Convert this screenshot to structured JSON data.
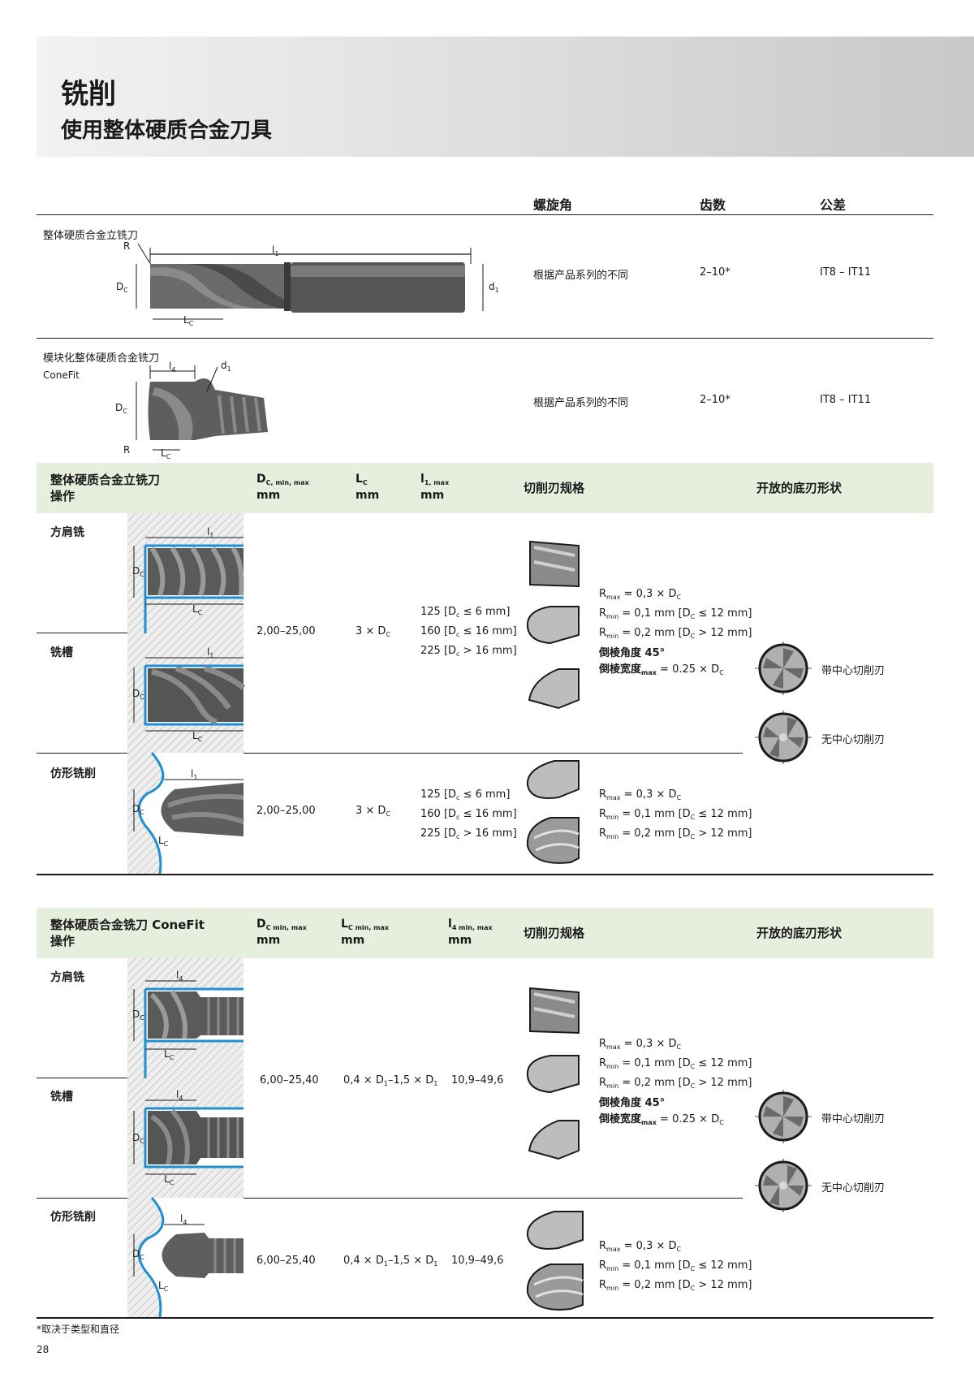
{
  "header": {
    "title": "铣削",
    "subtitle": "使用整体硬质合金刀具"
  },
  "overview": {
    "columns": [
      "螺旋角",
      "齿数",
      "公差"
    ],
    "rows": [
      {
        "name": "整体硬质合金立铣刀",
        "sub": "",
        "helix": "根据产品系列的不同",
        "teeth": "2–10*",
        "tolerance": "IT8 – IT11"
      },
      {
        "name": "模块化整体硬质合金铣刀",
        "sub": "ConeFit",
        "helix": "根据产品系列的不同",
        "teeth": "2–10*",
        "tolerance": "IT8 – IT11"
      }
    ],
    "diagram_labels": {
      "endmill": {
        "R": "R",
        "l1": "l",
        "l1_sub": "1",
        "Dc": "D",
        "Dc_sub": "C",
        "d1": "d",
        "d1_sub": "1",
        "Lc": "L",
        "Lc_sub": "C"
      },
      "conefit": {
        "l4": "l",
        "l4_sub": "4",
        "d1": "d",
        "d1_sub": "1",
        "Dc": "D",
        "Dc_sub": "C",
        "R": "R",
        "Lc": "L",
        "Lc_sub": "C"
      }
    }
  },
  "table1": {
    "title_line1": "整体硬质合金立铣刀",
    "title_line2": "操作",
    "col_dc": "D",
    "col_dc_sub": "C, min, max",
    "col_dc_unit": "mm",
    "col_lc": "L",
    "col_lc_sub": "C",
    "col_lc_unit": "mm",
    "col_l1": "l",
    "col_l1_sub": "1, max",
    "col_l1_unit": "mm",
    "col_spec": "切削刃规格",
    "col_shape": "开放的底刃形状",
    "ops": [
      {
        "name": "方肩铣"
      },
      {
        "name": "铣槽"
      },
      {
        "name": "仿形铣削"
      }
    ],
    "group1": {
      "dc": "2,00–25,00",
      "lc": "3 × D",
      "lc_sub": "C",
      "l1": [
        "125 [D",
        "c",
        " ≤ 6 mm]",
        "160 [D",
        "c",
        " ≤ 16 mm]",
        "225 [D",
        "c",
        " > 16 mm]"
      ],
      "rmax": "R",
      "rmax_sub": "max",
      "rmax_val": " = 0,3 × D",
      "rmax_val_sub": "C",
      "rmin1": "R",
      "rmin1_sub": "min",
      "rmin1_val": " = 0,1 mm [D",
      "rmin1_val_sub": "C",
      "rmin1_tail": " ≤ 12 mm]",
      "rmin2": "R",
      "rmin2_sub": "min",
      "rmin2_val": " = 0,2 mm [D",
      "rmin2_val_sub": "C",
      "rmin2_tail": " > 12 mm]",
      "chamfer_angle": "倒棱角度 45°",
      "chamfer_width": "倒棱宽度",
      "chamfer_width_sub": "max",
      "chamfer_width_val": " = 0.25 × D",
      "chamfer_width_val_sub": "C"
    },
    "group2": {
      "dc": "2,00–25,00",
      "lc": "3 × D",
      "lc_sub": "C",
      "l1": [
        "125 [D",
        "c",
        " ≤ 6 mm]",
        "160 [D",
        "c",
        " ≤ 16 mm]",
        "225 [D",
        "c",
        " > 16 mm]"
      ],
      "rmax": "R",
      "rmax_sub": "max",
      "rmax_val": " = 0,3 × D",
      "rmax_val_sub": "C",
      "rmin1": "R",
      "rmin1_sub": "min",
      "rmin1_val": " = 0,1 mm [D",
      "rmin1_val_sub": "C",
      "rmin1_tail": " ≤ 12 mm]",
      "rmin2": "R",
      "rmin2_sub": "min",
      "rmin2_val": " = 0,2 mm [D",
      "rmin2_val_sub": "C",
      "rmin2_tail": " > 12 mm]"
    },
    "shapes": [
      "带中心切削刃",
      "无中心切削刃"
    ],
    "fig_labels": {
      "l1": "l",
      "l1_sub": "1",
      "Dc": "D",
      "Dc_sub": "C",
      "Lc": "L",
      "Lc_sub": "C"
    }
  },
  "table2": {
    "title_line1": "整体硬质合金铣刀 ConeFit",
    "title_line2": "操作",
    "col_dc": "D",
    "col_dc_sub": "C min, max",
    "col_dc_unit": "mm",
    "col_lc": "L",
    "col_lc_sub": "C min, max",
    "col_lc_unit": "mm",
    "col_l4": "l",
    "col_l4_sub": "4 min, max",
    "col_l4_unit": "mm",
    "col_spec": "切削刃规格",
    "col_shape": "开放的底刃形状",
    "ops": [
      {
        "name": "方肩铣"
      },
      {
        "name": "铣槽"
      },
      {
        "name": "仿形铣削"
      }
    ],
    "group1": {
      "dc": "6,00–25,40",
      "lc": "0,4 × D",
      "lc_s1": "1",
      "lc_mid": "–1,5 × D",
      "lc_s2": "1",
      "l4": "10,9–49,6",
      "rmax": "R",
      "rmax_sub": "max",
      "rmax_val": " = 0,3 × D",
      "rmax_val_sub": "C",
      "rmin1": "R",
      "rmin1_sub": "min",
      "rmin1_val": " = 0,1 mm [D",
      "rmin1_val_sub": "C",
      "rmin1_tail": " ≤ 12 mm]",
      "rmin2": "R",
      "rmin2_sub": "min",
      "rmin2_val": " = 0,2 mm [D",
      "rmin2_val_sub": "C",
      "rmin2_tail": " > 12 mm]",
      "chamfer_angle": "倒棱角度 45°",
      "chamfer_width": "倒棱宽度",
      "chamfer_width_sub": "max",
      "chamfer_width_val": " = 0.25 × D",
      "chamfer_width_val_sub": "C"
    },
    "group2": {
      "dc": "6,00–25,40",
      "lc": "0,4 × D",
      "lc_s1": "1",
      "lc_mid": "–1,5 × D",
      "lc_s2": "1",
      "l4": "10,9–49,6",
      "rmax": "R",
      "rmax_sub": "max",
      "rmax_val": " = 0,3 × D",
      "rmax_val_sub": "C",
      "rmin1": "R",
      "rmin1_sub": "min",
      "rmin1_val": " = 0,1 mm [D",
      "rmin1_val_sub": "C",
      "rmin1_tail": " ≤ 12 mm]",
      "rmin2": "R",
      "rmin2_sub": "min",
      "rmin2_val": " = 0,2 mm [D",
      "rmin2_val_sub": "C",
      "rmin2_tail": " > 12 mm]"
    },
    "shapes": [
      "带中心切削刃",
      "无中心切削刃"
    ],
    "fig_labels": {
      "l4": "l",
      "l4_sub": "4",
      "Dc": "D",
      "Dc_sub": "C",
      "Lc": "L",
      "Lc_sub": "C"
    }
  },
  "footnote": "*取决于类型和直径",
  "page_number": "28",
  "colors": {
    "band": "#e6efde",
    "coolant_blue": "#1e8fd0",
    "tool_gray": "#5a5a5a"
  }
}
